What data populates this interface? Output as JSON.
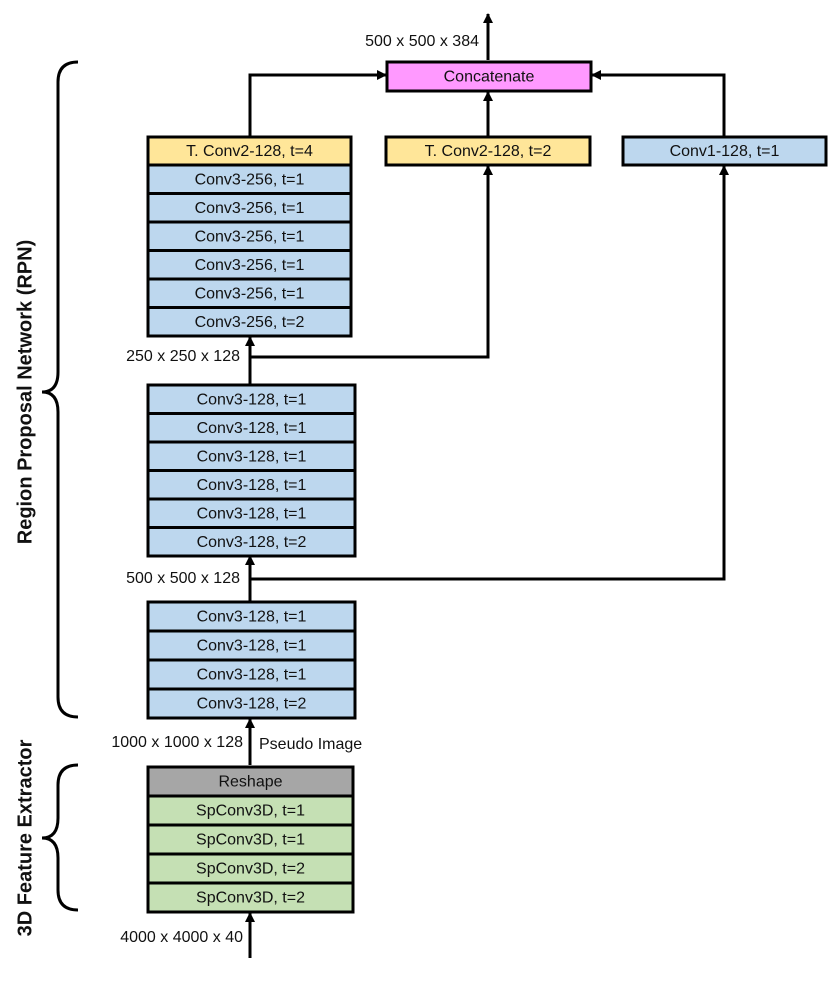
{
  "colors": {
    "conv": "#bdd7ee",
    "tconv": "#ffe699",
    "concat": "#ff99ff",
    "reshape": "#a6a6a6",
    "spconv": "#c5e0b4",
    "line": "#000000"
  },
  "side_labels": {
    "rpn": "Region Proposal Network (RPN)",
    "fe": "3D Feature Extractor"
  },
  "dims": {
    "output": "500 x 500 x 384",
    "d250": "250 x 250 x 128",
    "d500": "500 x 500 x 128",
    "d1000": "1000 x 1000 x 128",
    "pseudo": "Pseudo Image",
    "input": "4000 x 4000 x 40"
  },
  "concat": "Concatenate",
  "tconv4": "T. Conv2-128, t=4",
  "tconv2": "T. Conv2-128, t=2",
  "conv1": "Conv1-128, t=1",
  "block3": [
    "Conv3-256, t=1",
    "Conv3-256, t=1",
    "Conv3-256, t=1",
    "Conv3-256, t=1",
    "Conv3-256, t=1",
    "Conv3-256, t=2"
  ],
  "block2": [
    "Conv3-128, t=1",
    "Conv3-128, t=1",
    "Conv3-128, t=1",
    "Conv3-128, t=1",
    "Conv3-128, t=1",
    "Conv3-128, t=2"
  ],
  "block1": [
    "Conv3-128, t=1",
    "Conv3-128, t=1",
    "Conv3-128, t=1",
    "Conv3-128, t=2"
  ],
  "reshape": "Reshape",
  "fe_block": [
    "SpConv3D, t=1",
    "SpConv3D, t=1",
    "SpConv3D, t=2",
    "SpConv3D, t=2"
  ]
}
